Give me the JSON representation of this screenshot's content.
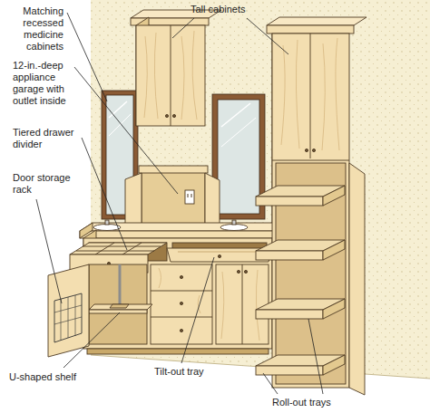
{
  "diagram": {
    "labels": [
      "Matching recessed medicine cabinets",
      "Tall cabinets",
      "12-in.-deep appliance garage with outlet inside",
      "Tiered drawer divider",
      "Door storage rack",
      "U-shaped shelf",
      "Tilt-out tray",
      "Roll-out trays"
    ]
  }
}
